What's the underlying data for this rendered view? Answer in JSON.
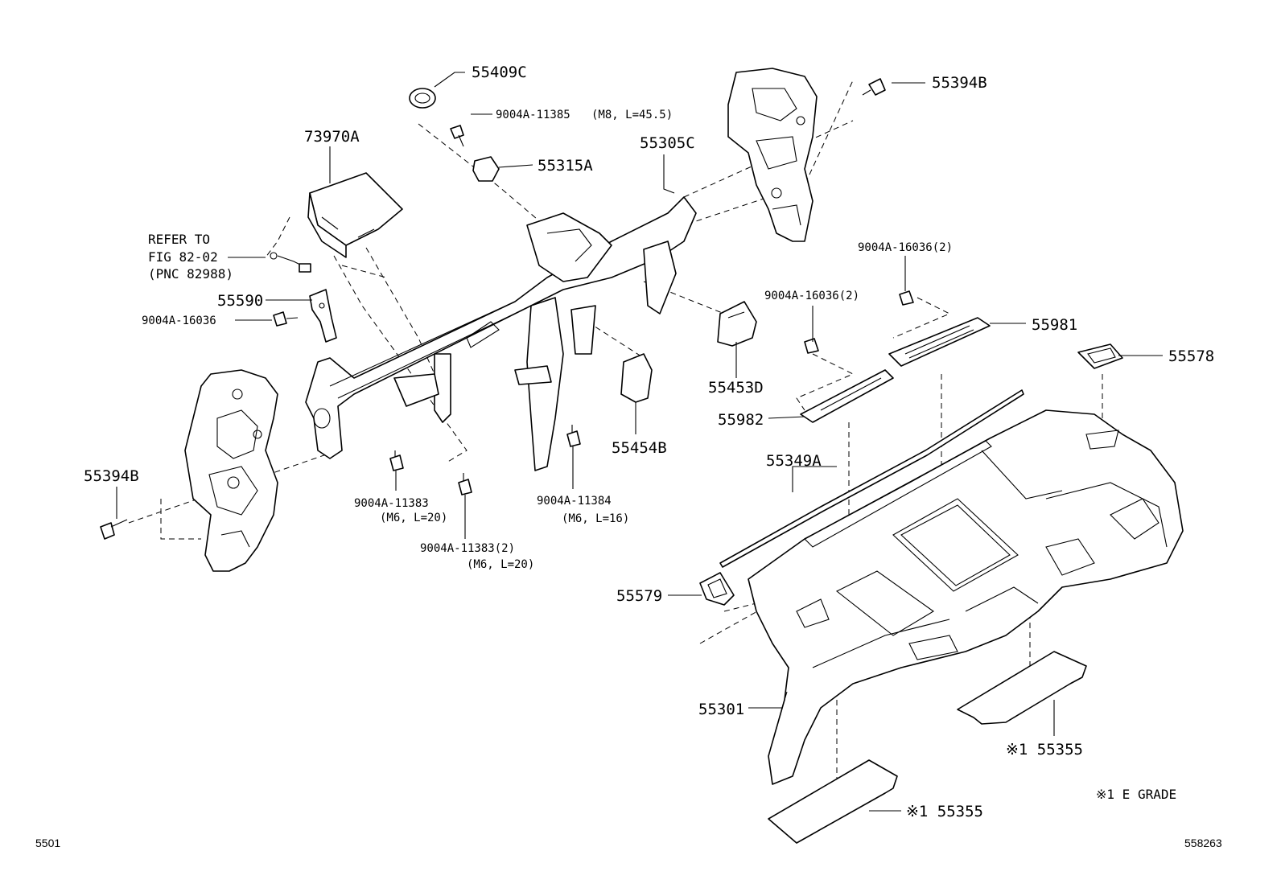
{
  "diagram": {
    "parts": {
      "p55409C": "55409C",
      "p9004A_11385": "9004A-11385",
      "p9004A_11385_spec": "(M8, L=45.5)",
      "p73970A": "73970A",
      "p55315A": "55315A",
      "p55305C": "55305C",
      "p55394B_top": "55394B",
      "p9004A_16036_2_right": "9004A-16036(2)",
      "p9004A_16036_2_mid": "9004A-16036(2)",
      "p55981": "55981",
      "p55578": "55578",
      "p55590": "55590",
      "p9004A_16036": "9004A-16036",
      "p55453D": "55453D",
      "p55982": "55982",
      "p55454B": "55454B",
      "p55349A": "55349A",
      "p55394B_left": "55394B",
      "p9004A_11383": "9004A-11383",
      "p9004A_11383_spec": "(M6, L=20)",
      "p9004A_11384": "9004A-11384",
      "p9004A_11384_spec": "(M6, L=16)",
      "p9004A_11383_2": "9004A-11383(2)",
      "p9004A_11383_2_spec": "(M6, L=20)",
      "p55579": "55579",
      "p55301": "55301",
      "p55355_right": "※1 55355",
      "p55355_bottom": "※1 55355"
    },
    "reference": {
      "line1": "REFER TO",
      "line2": "FIG 82-02",
      "line3": "(PNC 82988)"
    },
    "note": "※1 E GRADE",
    "footer": {
      "left": "5501",
      "right": "558263"
    }
  }
}
